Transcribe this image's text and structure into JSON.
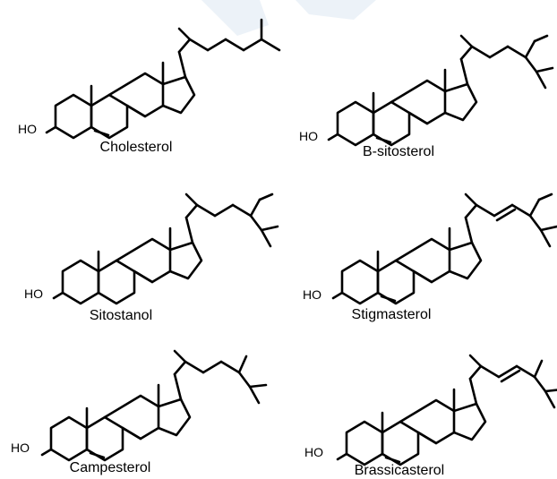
{
  "colors": {
    "ink": "#000000",
    "background": "#ffffff",
    "watermark": "#dfe9f3"
  },
  "molecules": [
    {
      "id": "cholesterol",
      "name": "Cholesterol",
      "hydroxyl": "HO",
      "ring_b_double_bond": true,
      "side_chain_ethyl": false,
      "side_chain_double_bond": false
    },
    {
      "id": "b-sitosterol",
      "name": "B-sitosterol",
      "hydroxyl": "HO",
      "ring_b_double_bond": true,
      "side_chain_ethyl": true,
      "side_chain_double_bond": false
    },
    {
      "id": "sitostanol",
      "name": "Sitostanol",
      "hydroxyl": "HO",
      "ring_b_double_bond": false,
      "side_chain_ethyl": true,
      "side_chain_double_bond": false
    },
    {
      "id": "stigmasterol",
      "name": "Stigmasterol",
      "hydroxyl": "HO",
      "ring_b_double_bond": true,
      "side_chain_ethyl": true,
      "side_chain_double_bond": true
    },
    {
      "id": "campesterol",
      "name": "Campesterol",
      "hydroxyl": "HO",
      "ring_b_double_bond": true,
      "side_chain_ethyl": false,
      "side_chain_double_bond": false
    },
    {
      "id": "brassicasterol",
      "name": "Brassicasterol",
      "hydroxyl": "HO",
      "ring_b_double_bond": true,
      "side_chain_ethyl": false,
      "side_chain_double_bond": true
    }
  ]
}
